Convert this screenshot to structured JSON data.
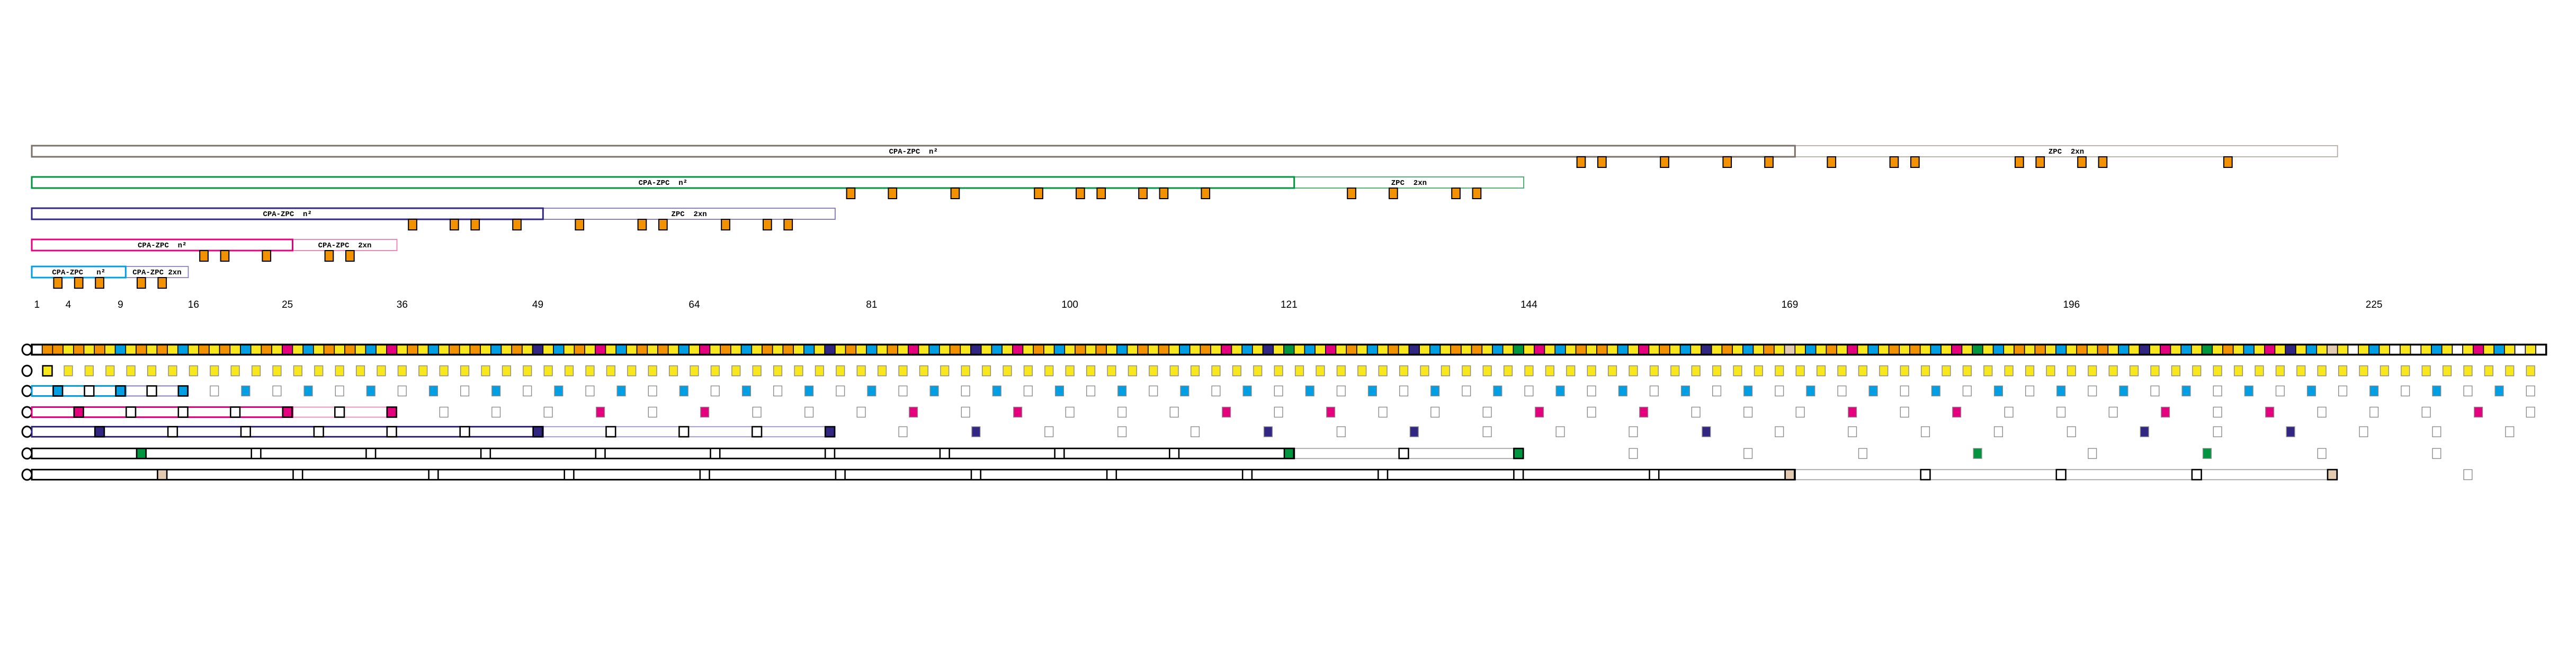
{
  "n_max": 241,
  "colors": {
    "found_prime": "#f39200",
    "unmarked": "#ffffff",
    "cell_border": "#000000",
    "loose_border": "#8a8a8a"
  },
  "axis_labels": [
    {
      "n": 1,
      "text": "1"
    },
    {
      "n": 4,
      "text": "4"
    },
    {
      "n": 9,
      "text": "9"
    },
    {
      "n": 16,
      "text": "16"
    },
    {
      "n": 25,
      "text": "25"
    },
    {
      "n": 36,
      "text": "36"
    },
    {
      "n": 49,
      "text": "49"
    },
    {
      "n": 64,
      "text": "64"
    },
    {
      "n": 81,
      "text": "81"
    },
    {
      "n": 100,
      "text": "100"
    },
    {
      "n": 121,
      "text": "121"
    },
    {
      "n": 144,
      "text": "144"
    },
    {
      "n": 169,
      "text": "169"
    },
    {
      "n": 196,
      "text": "196"
    },
    {
      "n": 225,
      "text": "225"
    }
  ],
  "top_bars": [
    {
      "prime": 13,
      "color": "#7b7068",
      "light": "#b3aca6",
      "n2_end": 169,
      "twoxn_end": 221,
      "n2_label": "CPA-ZPC  n²",
      "twoxn_label": "ZPC  2xn",
      "found": [
        149,
        151,
        157,
        163,
        167,
        173,
        179,
        181,
        191,
        193,
        197,
        199,
        211
      ]
    },
    {
      "prime": 11,
      "color": "#009640",
      "light": "#3aad66",
      "n2_end": 121,
      "twoxn_end": 143,
      "n2_label": "CPA-ZPC  n²",
      "twoxn_label": "ZPC  2xn",
      "found": [
        79,
        83,
        89,
        97,
        101,
        103,
        107,
        109,
        113,
        127,
        131,
        137,
        139
      ]
    },
    {
      "prime": 7,
      "color": "#312783",
      "light": "#7d74b8",
      "n2_end": 49,
      "twoxn_end": 77,
      "n2_label": "CPA-ZPC  n²",
      "twoxn_label": "ZPC  2xn",
      "found": [
        37,
        41,
        43,
        47,
        53,
        59,
        61,
        67,
        71,
        73
      ]
    },
    {
      "prime": 5,
      "color": "#e5007d",
      "light": "#f07ab5",
      "n2_end": 25,
      "twoxn_end": 35,
      "n2_label": "CPA-ZPC  n²",
      "twoxn_label": "CPA-ZPC  2xn",
      "found": [
        17,
        19,
        23,
        29,
        31
      ]
    },
    {
      "prime": 3,
      "color": "#009fe3",
      "light": "#8a84c4",
      "n2_end": 9,
      "twoxn_end": 15,
      "n2_label": "CPA-ZPC   n²",
      "twoxn_label": "CPA-ZPC 2xn",
      "found": [
        3,
        5,
        7,
        11,
        13
      ]
    }
  ],
  "sieve_rows": [
    {
      "prime": 2,
      "color": "#f8e71c"
    },
    {
      "prime": 3,
      "color": "#009fe3",
      "bar_color": "#009fe3",
      "bar_light": "#6b63b0",
      "n2_end": 9,
      "twoxn_end": 15
    },
    {
      "prime": 5,
      "color": "#e5007d",
      "bar_color": "#e5007d",
      "bar_light": "#f07ab5",
      "n2_end": 25,
      "twoxn_end": 35
    },
    {
      "prime": 7,
      "color": "#312783",
      "bar_color": "#312783",
      "bar_light": "#8b84c0",
      "n2_end": 49,
      "twoxn_end": 77
    },
    {
      "prime": 11,
      "color": "#009640",
      "bar_color": "#000000",
      "bar_light": "#9a9a9a",
      "n2_end": 121,
      "twoxn_end": 143
    },
    {
      "prime": 13,
      "color": "#e2cbb1",
      "bar_color": "#000000",
      "bar_light": "#9a9a9a",
      "n2_end": 169,
      "twoxn_end": 221
    }
  ]
}
